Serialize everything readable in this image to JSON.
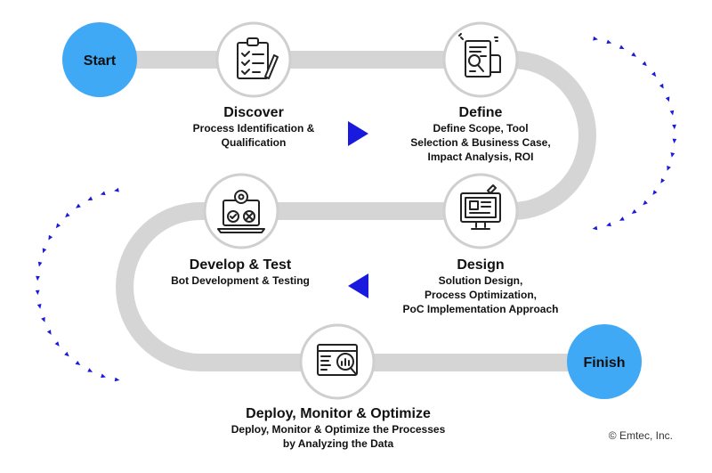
{
  "nodes": {
    "start": "Start",
    "finish": "Finish"
  },
  "steps": [
    {
      "title": "Discover",
      "desc": "Process Identification & Qualification",
      "icon": "clipboard-checklist-icon"
    },
    {
      "title": "Define",
      "desc": "Define Scope, Tool Selection & Business Case, Impact Analysis, ROI",
      "icon": "document-analysis-icon"
    },
    {
      "title": "Design",
      "desc": "Solution Design, Process Optimization, PoC Implementation Approach",
      "icon": "tablet-design-icon"
    },
    {
      "title": "Develop & Test",
      "desc": "Bot Development & Testing",
      "icon": "laptop-gear-test-icon"
    },
    {
      "title": "Deploy, Monitor & Optimize",
      "desc": "Deploy, Monitor & Optimize the Processes by Analyzing the Data",
      "icon": "monitor-magnifier-chart-icon"
    }
  ],
  "copyright": "© Emtec, Inc.",
  "colors": {
    "node": "#3fa9f5",
    "track": "#d5d5d5",
    "arrow": "#1a1adf",
    "dots": "#1a1adf"
  }
}
